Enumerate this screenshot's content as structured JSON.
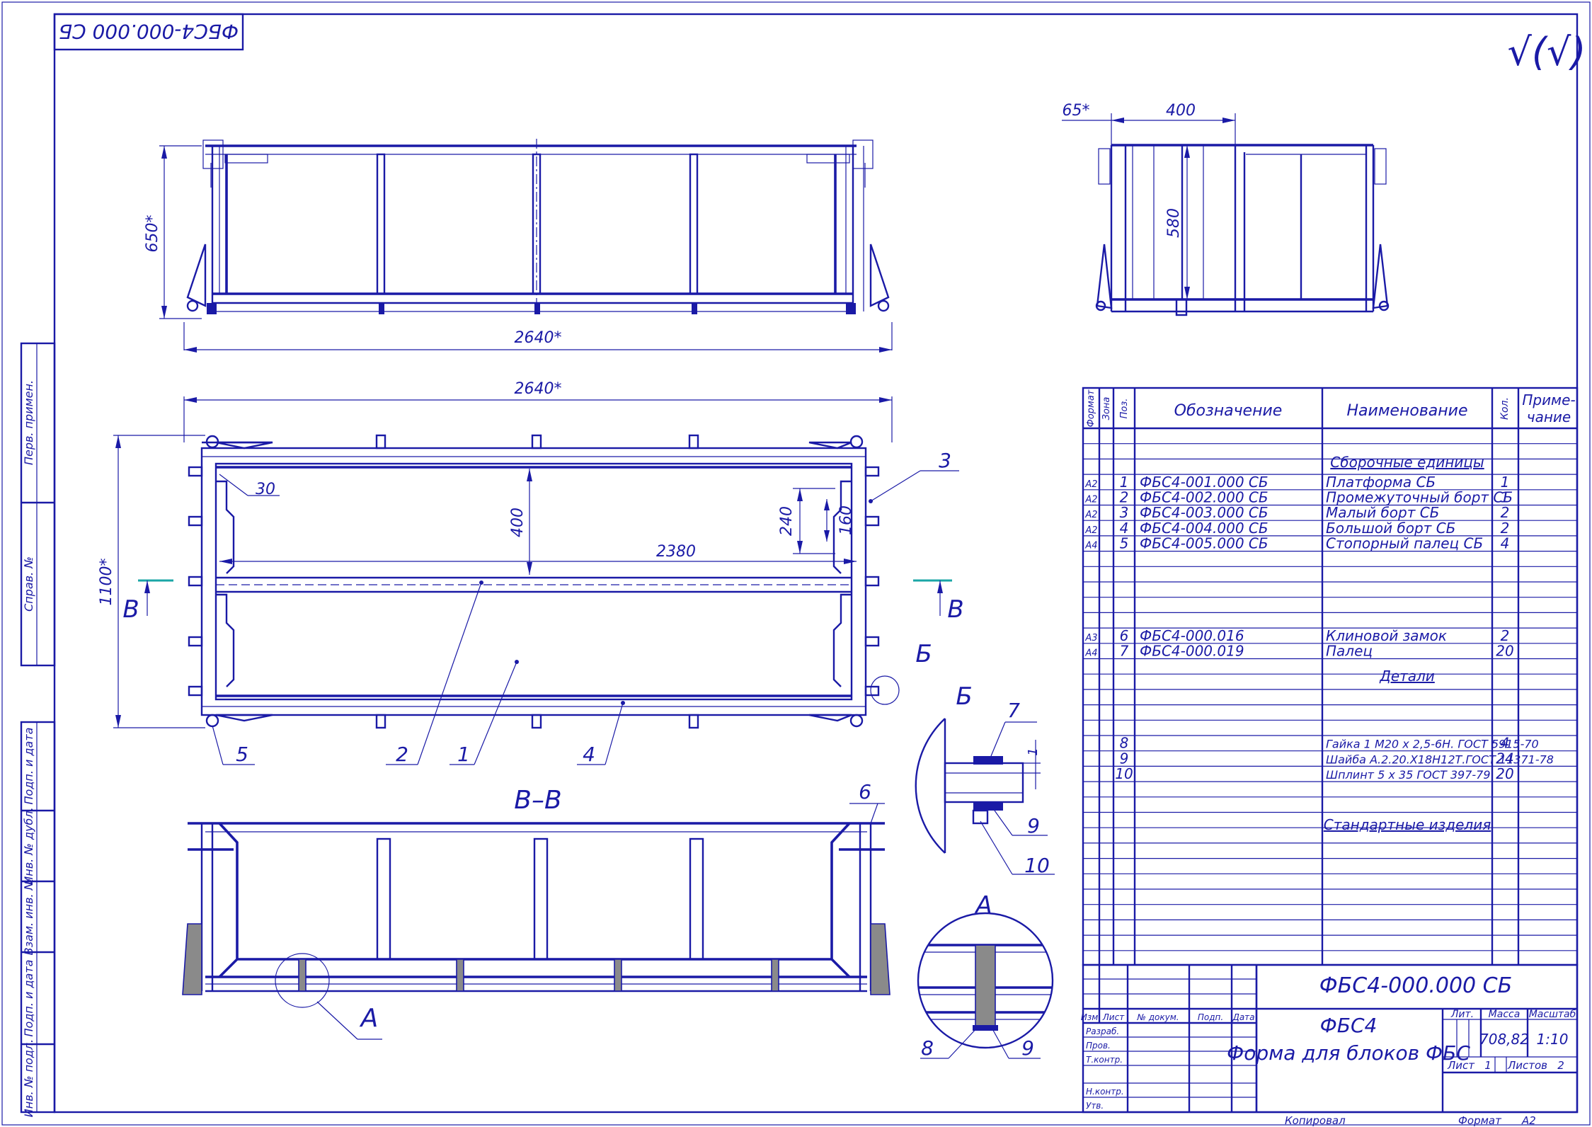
{
  "sheet": {
    "top_stamp": "ФБС4-000.000 СБ",
    "roughness": "√(√)",
    "copied_label": "Копировал",
    "format_label": "Формат",
    "format_value": "А2"
  },
  "side_strip": [
    "Перв. примен.",
    "Справ. №",
    "Подп. и дата",
    "Инв. № дубл.",
    "Взам. инв. №",
    "Подп. и дата",
    "Инв. № подл."
  ],
  "views": {
    "section_label": "В–В",
    "section_left": "В",
    "section_right": "В",
    "detail_b": "Б",
    "detail_b_circle": "Б",
    "detail_a": "А",
    "detail_a_circle": "А"
  },
  "dimensions": {
    "top_width": "2640*",
    "top_height": "650*",
    "plan_width": "2640*",
    "plan_height": "1100*",
    "inner_length": "2380",
    "inner_width": "400",
    "d240": "240",
    "d160": "160",
    "d30": "30",
    "side_65": "65*",
    "side_400": "400",
    "side_580": "580",
    "detail_1": "1"
  },
  "callouts": [
    "1",
    "2",
    "3",
    "4",
    "5",
    "6",
    "7",
    "9",
    "10",
    "8",
    "9"
  ],
  "spec": {
    "headers": {
      "format": "Формат",
      "zone": "Зона",
      "pos": "Поз.",
      "designation": "Обозначение",
      "name": "Наименование",
      "qty": "Кол.",
      "note": "Приме-\nчание"
    },
    "sections": {
      "assemblies": "Сборочные единицы",
      "parts": "Детали",
      "standard": "Стандартные изделия"
    },
    "assemblies": [
      {
        "fmt": "А2",
        "pos": "1",
        "des": "ФБС4-001.000 СБ",
        "name": "Платформа СБ",
        "qty": "1"
      },
      {
        "fmt": "А2",
        "pos": "2",
        "des": "ФБС4-002.000 СБ",
        "name": "Промежуточный борт СБ",
        "qty": "1"
      },
      {
        "fmt": "А2",
        "pos": "3",
        "des": "ФБС4-003.000 СБ",
        "name": "Малый борт СБ",
        "qty": "2"
      },
      {
        "fmt": "А2",
        "pos": "4",
        "des": "ФБС4-004.000 СБ",
        "name": "Большой борт СБ",
        "qty": "2"
      },
      {
        "fmt": "А4",
        "pos": "5",
        "des": "ФБС4-005.000 СБ",
        "name": "Стопорный палец СБ",
        "qty": "4"
      }
    ],
    "parts": [
      {
        "fmt": "А3",
        "pos": "6",
        "des": "ФБС4-000.016",
        "name": "Клиновой замок",
        "qty": "2"
      },
      {
        "fmt": "А4",
        "pos": "7",
        "des": "ФБС4-000.019",
        "name": "Палец",
        "qty": "20"
      }
    ],
    "standard": [
      {
        "pos": "8",
        "name": "Гайка 1 М20 х 2,5-6Н. ГОСТ 5915-70",
        "qty": "4"
      },
      {
        "pos": "9",
        "name": "Шайба А.2.20.Х18Н12Т.ГОСТ 11371-78",
        "qty": "24"
      },
      {
        "pos": "10",
        "name": "Шплинт 5 х 35 ГОСТ 397-79",
        "qty": "20"
      }
    ]
  },
  "title_block": {
    "designation": "ФБС4-000.000 СБ",
    "product": "ФБС4",
    "title": "Форма для блоков ФБС",
    "lit_label": "Лит.",
    "mass_label": "Масса",
    "scale_label": "Масштаб",
    "mass": "708,82",
    "scale": "1:10",
    "sheet_label": "Лист",
    "sheet_value": "1",
    "sheets_label": "Листов",
    "sheets_value": "2",
    "cols": [
      "Изм.",
      "Лист",
      "№ докум.",
      "Подп.",
      "Дата"
    ],
    "rows": [
      "Разраб.",
      "Пров.",
      "Т.контр.",
      "Н.контр.",
      "Утв."
    ]
  }
}
